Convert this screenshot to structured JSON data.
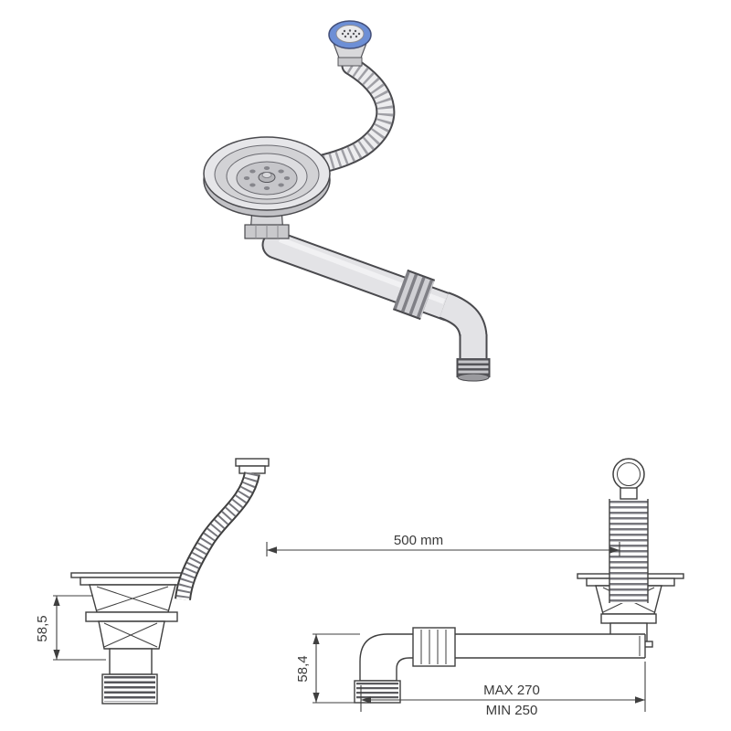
{
  "product": {
    "illustration": "sink-strainer-waste-kit-with-overflow-hose",
    "accent_blue": "#6d8fd6"
  },
  "dimensions": {
    "overflow_hose_length": "500 mm",
    "left_drain_height": "58,5",
    "right_drain_height": "58,4",
    "pipe_max": "MAX 270",
    "pipe_min": "MIN 250"
  }
}
